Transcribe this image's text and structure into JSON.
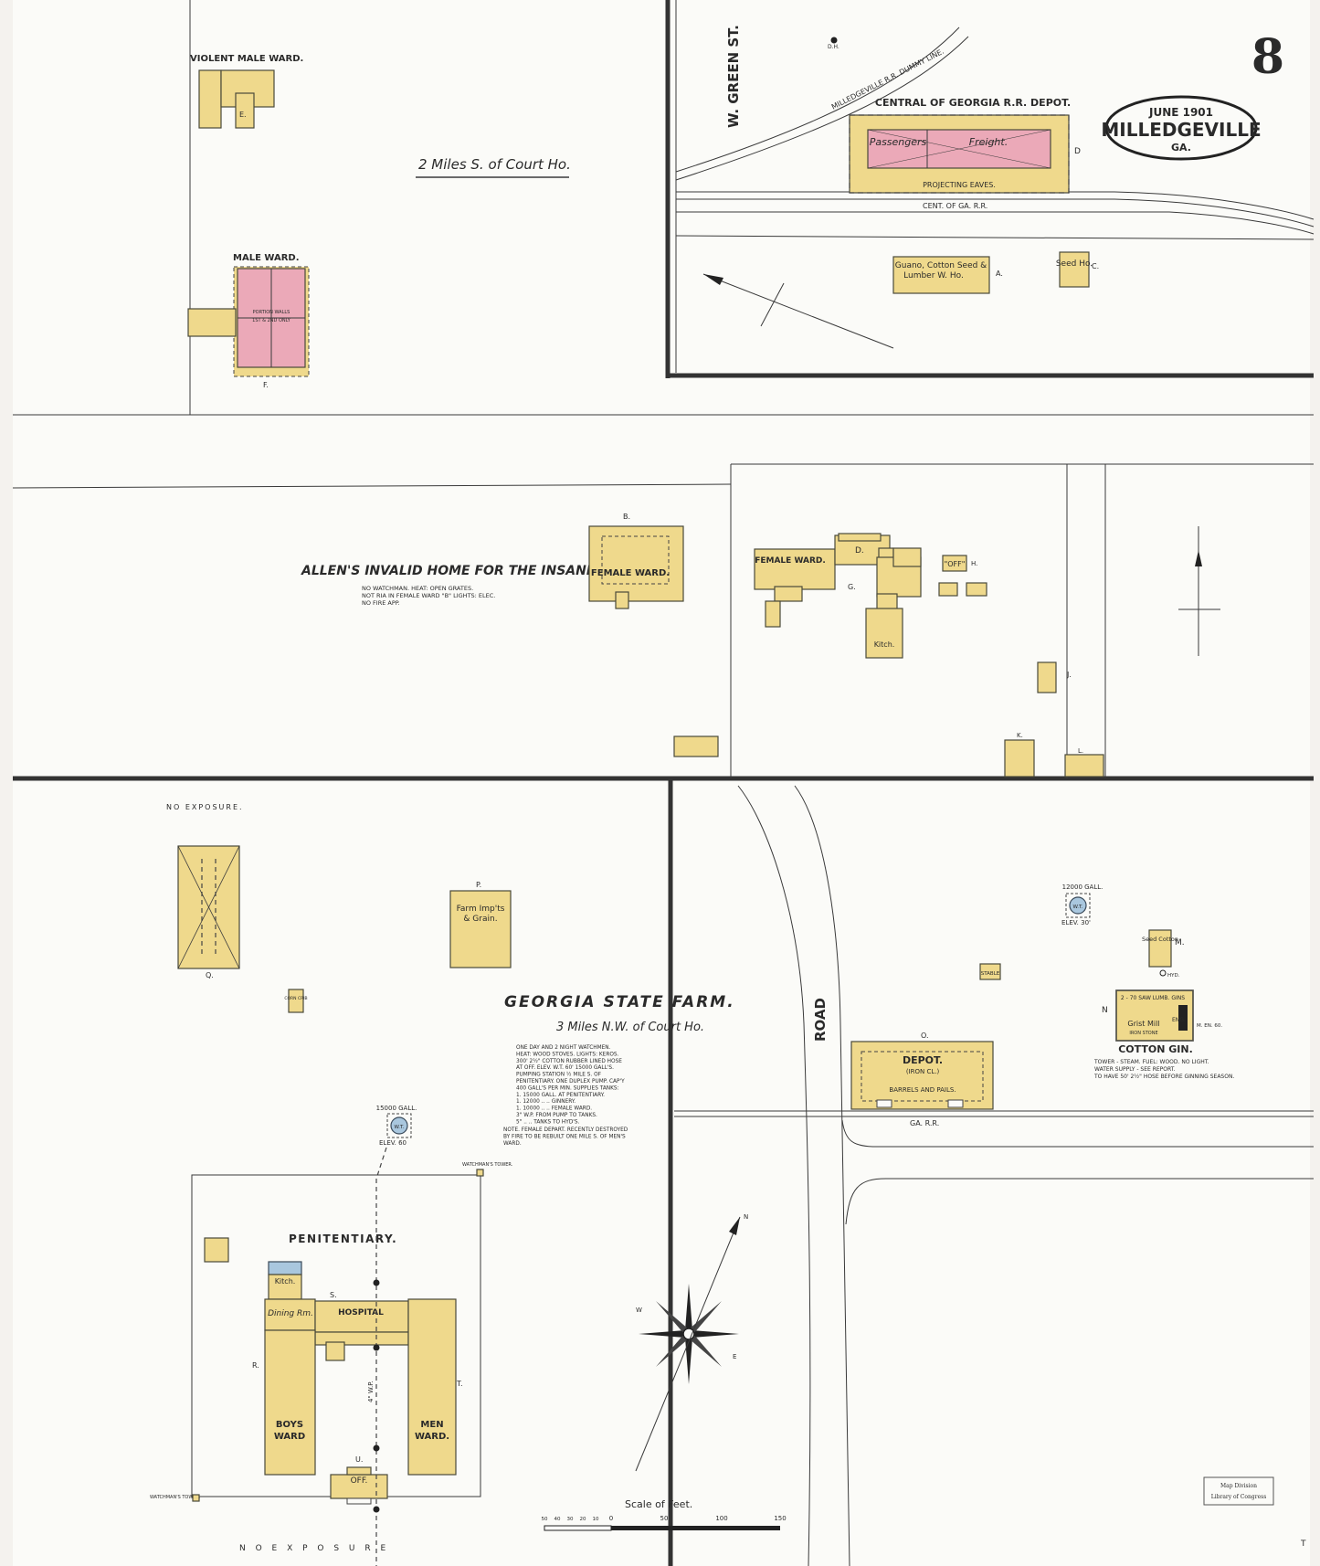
{
  "sheet": {
    "number": "8",
    "date": "JUNE 1901",
    "city": "MILLEDGEVILLE",
    "state": "GA."
  },
  "streets": {
    "green_st": "W. GREEN ST.",
    "road": "ROAD",
    "dummy_line": "MILLEDGEVILLE R.R. DUMMY LINE.",
    "cent_ga_rr": "CENT. OF GA. R.R.",
    "ga_rr": "GA. R.R."
  },
  "asylum": {
    "distance_note": "2 Miles S. of Court Ho.",
    "violent_male_ward": "VIOLENT MALE WARD.",
    "male_ward": "MALE WARD.",
    "male_ward_note_1": "PORTION WALLS",
    "male_ward_note_2": "1ST & 2ND ONLY",
    "e_label": "E.",
    "f_label": "F."
  },
  "depot": {
    "title": "CENTRAL OF GEORGIA R.R. DEPOT.",
    "passengers": "Passengers",
    "freight": "Freight.",
    "eaves": "PROJECTING EAVES.",
    "d_label": "D",
    "guano": "Guano, Cotton Seed &",
    "lumber": "Lumber W. Ho.",
    "a_label": "A.",
    "seed_ho": "Seed Ho.",
    "c_label": "C.",
    "dh": "D.H."
  },
  "allens": {
    "title": "ALLEN'S INVALID HOME FOR THE INSANE",
    "note_1": "NO WATCHMAN. HEAT: OPEN GRATES.",
    "note_2": "NOT RIA IN FEMALE WARD \"B\" LIGHTS: ELEC.",
    "note_3": "NO FIRE APP.",
    "female_ward_b": "FEMALE WARD.",
    "b_label": "B.",
    "female_ward_g": "FEMALE WARD.",
    "d_label": "D.",
    "g_label": "G.",
    "kitch": "Kitch.",
    "off": "\"OFF\"",
    "h_label": "H.",
    "j_label": "J.",
    "k_label": "K.",
    "l_label": "L."
  },
  "farm": {
    "title": "GEORGIA STATE FARM.",
    "distance_note": "3 Miles N.W. of Court Ho.",
    "notes": [
      "ONE DAY AND 2 NIGHT WATCHMEN.",
      "HEAT: WOOD STOVES. LIGHTS: KEROS.",
      "300' 2½\" COTTON RUBBER LINED HOSE",
      "AT OFF. ELEV. W.T. 60' 15000 GALL'S.",
      "PUMPING STATION ½ MILE S. OF",
      "PENITENTIARY. ONE DUPLEX PUMP. CAP'Y",
      "400 GALL'S PER MIN. SUPPLIES TANKS:",
      "1. 15000 GALL. AT PENITENTIARY.",
      "1. 12000 .. .. GINNERY.",
      "1. 10000 .. .. FEMALE WARD.",
      "3\" W.P. FROM PUMP TO TANKS.",
      "5\" .. .. TANKS TO HYD'S."
    ],
    "note_female": [
      "NOTE. FEMALE DEPART. RECENTLY DESTROYED",
      "BY FIRE TO BE REBUILT ONE MILE S. OF MEN'S",
      "WARD."
    ],
    "no_exposure_top": "NO EXPOSURE.",
    "no_exposure_bottom": "N O  E X P O S U R E",
    "q_label": "Q.",
    "p_label": "P.",
    "farm_impts": "Farm Imp'ts",
    "grain": "& Grain.",
    "corn_crib": "CORN CRIB",
    "wt_west_gall": "15000 GALL.",
    "wt_west_elev": "ELEV. 60",
    "wt": "W.T.",
    "watchmans_tower_1": "WATCHMAN'S TOWER.",
    "watchmans_tower_2": "WATCHMAN'S TOWER.",
    "penitentiary": "PENITENTIARY.",
    "kitch": "Kitch.",
    "dining": "Dining Rm.",
    "hospital": "HOSPITAL",
    "boys_ward_1": "BOYS",
    "boys_ward_2": "WARD",
    "men_ward_1": "MEN",
    "men_ward_2": "WARD.",
    "off": "OFF.",
    "wp": "4\" W.P.",
    "r_label": "R.",
    "s_label": "S.",
    "t_label": "T.",
    "u_label": "U.",
    "o_label": "O.",
    "depot": "DEPOT.",
    "iron_cl": "(IRON CL.)",
    "barrels": "BARRELS AND PAILS.",
    "wt_east_gall": "12000 GALL.",
    "wt_east_elev": "ELEV. 30'",
    "stable": "STABLE",
    "seed_cotton": "Seed Cotton",
    "m_label": "M.",
    "n_label": "N",
    "hyd": "HYD.",
    "saw_gins": "2 - 70 SAW LUMB. GINS",
    "grist_mill": "Grist Mill",
    "iron_stone": "IRON STONE",
    "eng": "ENG.",
    "m_eng": "M. EN. 60.",
    "cotton_gin": "COTTON GIN.",
    "gin_note_1": "TOWER - STEAM. FUEL: WOOD. NO LIGHT.",
    "gin_note_2": "WATER SUPPLY - SEE REPORT.",
    "gin_note_3": "TO HAVE 50' 2½\" HOSE BEFORE GINNING SEASON."
  },
  "compass": {
    "n": "N",
    "w": "W",
    "e": "E"
  },
  "scale": {
    "title": "Scale of Feet.",
    "ticks": [
      "50",
      "40",
      "30",
      "20",
      "10",
      "0",
      "50",
      "100",
      "150"
    ]
  },
  "stamp": {
    "line1": "Map Division",
    "line2": "Library of Congress"
  },
  "corner_mark": "T"
}
